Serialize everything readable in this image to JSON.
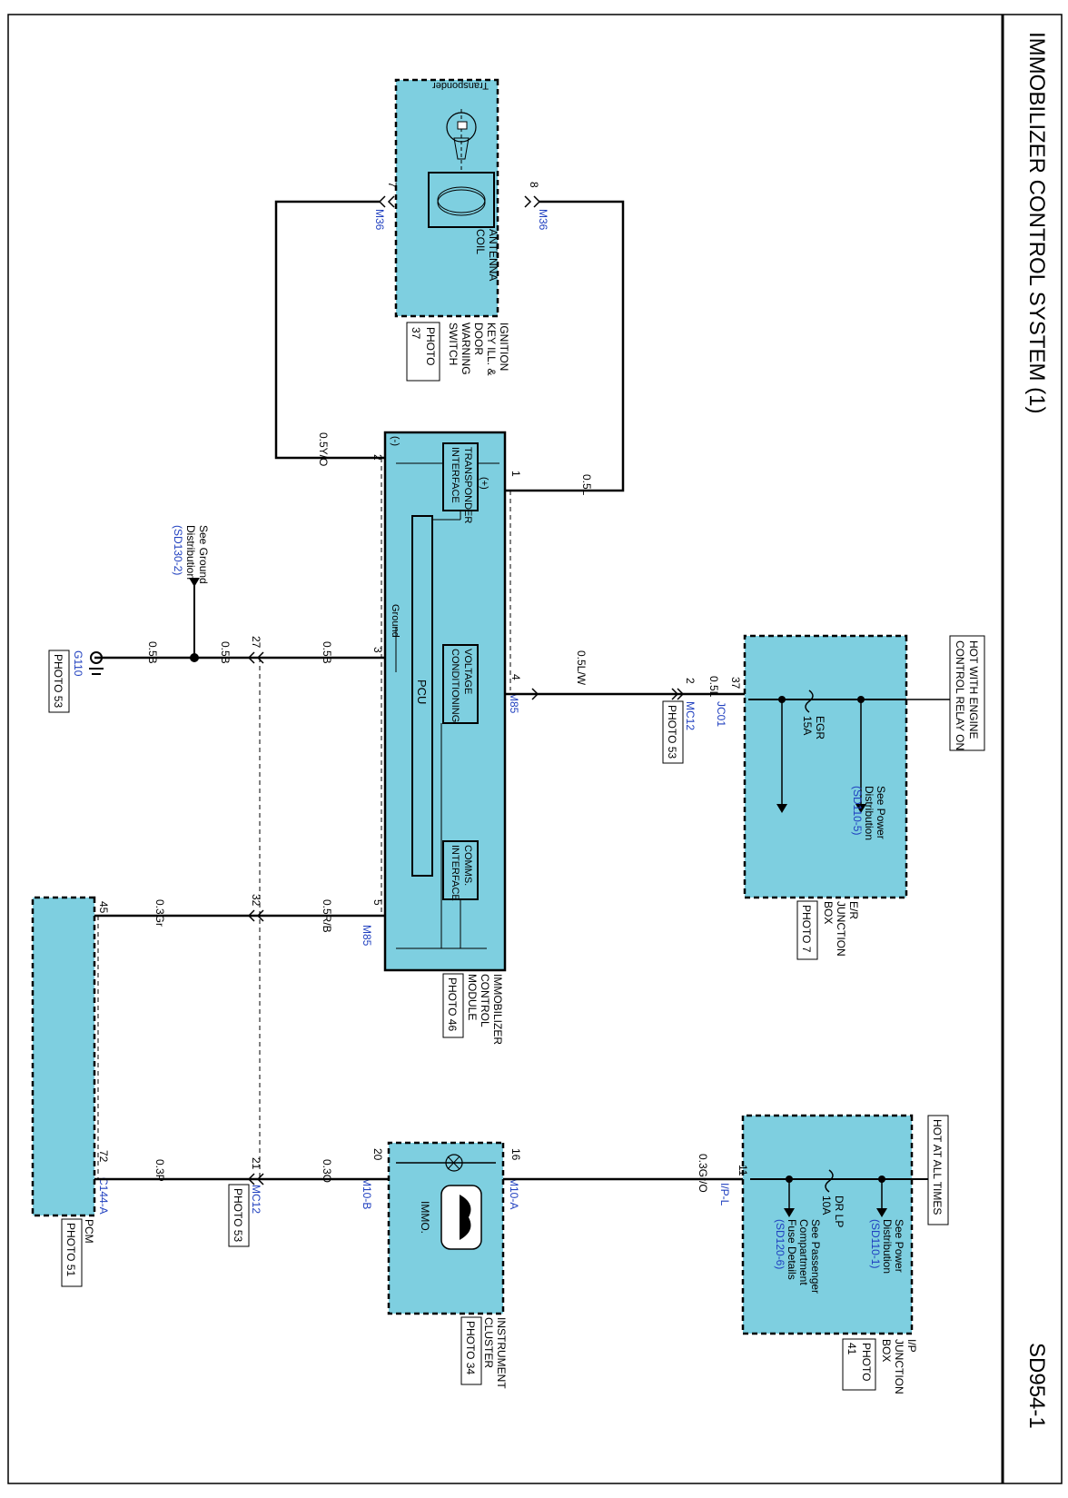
{
  "diagram": {
    "title": "IMMOBILIZER CONTROL SYSTEM (1)",
    "code": "SD954-1",
    "ignition_switch": {
      "name_lines": [
        "IGNITION",
        "KEY ILL. &",
        "DOOR",
        "WARNING",
        "SWITCH"
      ],
      "photo_lines": [
        "PHOTO",
        "37"
      ],
      "transponder": "Transponder",
      "coil_lines": [
        "ANTENNA",
        "COIL"
      ],
      "pin_a": "7",
      "conn_a": "M36",
      "pin_b": "8",
      "conn_b": "M36"
    },
    "pcu_module": {
      "name_lines": [
        "IMMOBILIZER",
        "CONTROL",
        "MODULE"
      ],
      "photo": "PHOTO 46",
      "pcu": "PCU",
      "ground": "Ground",
      "transponder_iface": [
        "TRANSPONDER",
        "INTERFACE"
      ],
      "voltage_cond": [
        "VOLTAGE",
        "CONDITIONING"
      ],
      "comms_iface": [
        "COMMS.",
        "INTERFACE"
      ],
      "plus": "(+)",
      "minus": "(-)",
      "pins": {
        "p1": "1",
        "p2": "2",
        "p3": "3",
        "p4": "4",
        "p5": "5"
      },
      "conn_top": "M85",
      "conn_bottom": "M85"
    },
    "er_box": {
      "hot_lines": [
        "HOT WITH ENGINE",
        "CONTROL RELAY ON"
      ],
      "name_lines": [
        "E/R",
        "JUNCTION",
        "BOX"
      ],
      "photo": "PHOTO 7",
      "fuse_name": "EGR",
      "fuse_rating": "15A",
      "see_lines": [
        "See Power",
        "Distribution"
      ],
      "see_ref": "(SD110-5)",
      "pin": "37",
      "conn": "JC01"
    },
    "ip_box": {
      "hot": "HOT AT ALL TIMES",
      "name_lines": [
        "I/P",
        "JUNCTION",
        "BOX"
      ],
      "photo_lines": [
        "PHOTO",
        "41"
      ],
      "fuse_name": "DR LP",
      "fuse_rating": "10A",
      "see_lines": [
        "See Power",
        "Distribution"
      ],
      "see_ref": "(SD110-1)",
      "see2_lines": [
        "See Passenger",
        "Compartment",
        "Fuse Details"
      ],
      "see2_ref": "(SD120-6)",
      "pin": "11",
      "conn": "I/P-L"
    },
    "cluster": {
      "name_lines": [
        "INSTRUMENT",
        "CLUSTER"
      ],
      "photo": "PHOTO 34",
      "immo": "IMMO.",
      "pin_in": "16",
      "conn_in": "M10-A",
      "pin_out": "20",
      "conn_out": "M10-B"
    },
    "pcm": {
      "name": "PCM",
      "photo": "PHOTO 51",
      "pin_a": "45",
      "pin_b": "72",
      "conn": "C144-A"
    },
    "mc12": {
      "conn": "MC12",
      "photo": "PHOTO 53",
      "pin_power": "2",
      "pin_ground": "27",
      "pin_comms": "32",
      "pin_cluster": "21",
      "conn2": "MC12",
      "photo2": "PHOTO 53"
    },
    "ground": {
      "name": "G110",
      "photo": "PHOTO 53",
      "see_lines": [
        "See Ground",
        "Distribution"
      ],
      "see_ref": "(SD130-2)"
    },
    "wires": {
      "w_pin1": "0.5L",
      "w_pin2": "0.5Y/O",
      "w_power_a": "0.5L",
      "w_power_b": "0.5L/W",
      "w_gnd_a": "0.5B",
      "w_gnd_b": "0.5B",
      "w_gnd_c": "0.5B",
      "w_comms_a": "0.5R/B",
      "w_comms_b": "0.3Gr",
      "w_ip": "0.3Gr/O",
      "w_cl_a": "0.3O",
      "w_cl_b": "0.3P"
    },
    "colors": {
      "component_fill": "#7ecfe0",
      "connector_label": "#1f3fbf",
      "wire": "#000000"
    }
  }
}
